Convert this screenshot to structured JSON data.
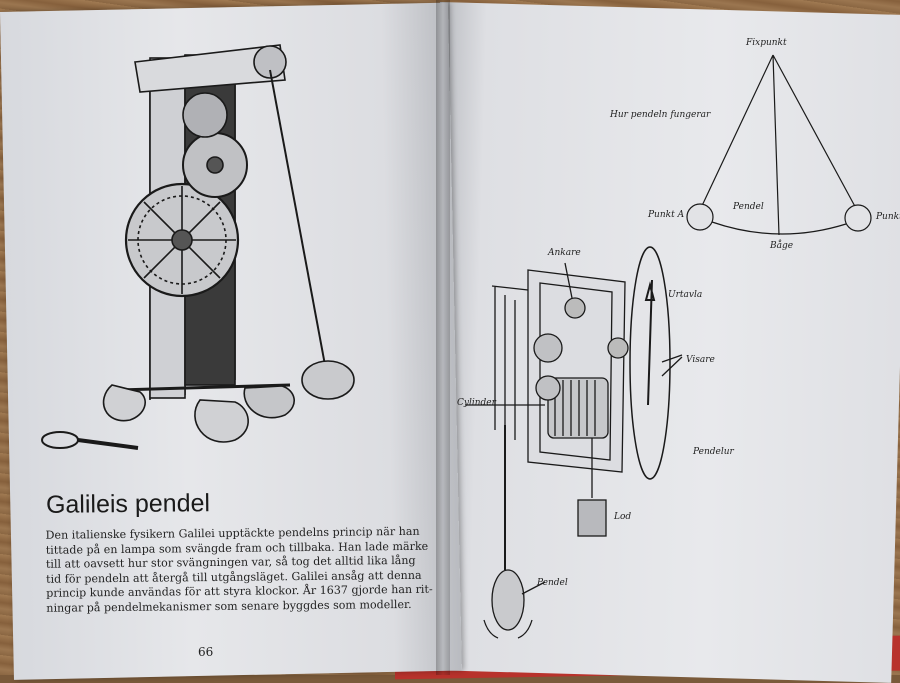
{
  "left_page": {
    "heading": "Galileis pendel",
    "body_lines": [
      "Den italienske fysikern Galilei upptäckte pendelns princip när han",
      "tittade på en lampa som svängde fram och tillbaka. Han lade märke",
      "till att oavsett hur stor svängningen var, så tog det alltid lika lång",
      "tid för pendeln att återgå till utgångsläget. Galilei ansåg att denna",
      "princip kunde användas för att styra klockor. År 1637 gjorde han rit-",
      "ningar på pendelmekanismer som senare byggdes som modeller."
    ],
    "page_number": "66"
  },
  "right_page": {
    "pendulum_diagram": {
      "fixpoint": "Fixpunkt",
      "caption": "Hur pendeln fungerar",
      "point_a": "Punkt A",
      "point_b": "Punkt",
      "pendulum": "Pendel",
      "arc": "Båge"
    },
    "clock_diagram": {
      "anchor": "Ankare",
      "dial": "Urtavla",
      "hands": "Visare",
      "cylinder": "Cylinder",
      "pendulum_clock": "Pendelur",
      "weight": "Lod",
      "pendulum": "Pendel"
    }
  },
  "colors": {
    "paper": "#e6e7ea",
    "ink": "#1a1a1a",
    "cover": "#b8322c",
    "table": "#8a6642"
  }
}
